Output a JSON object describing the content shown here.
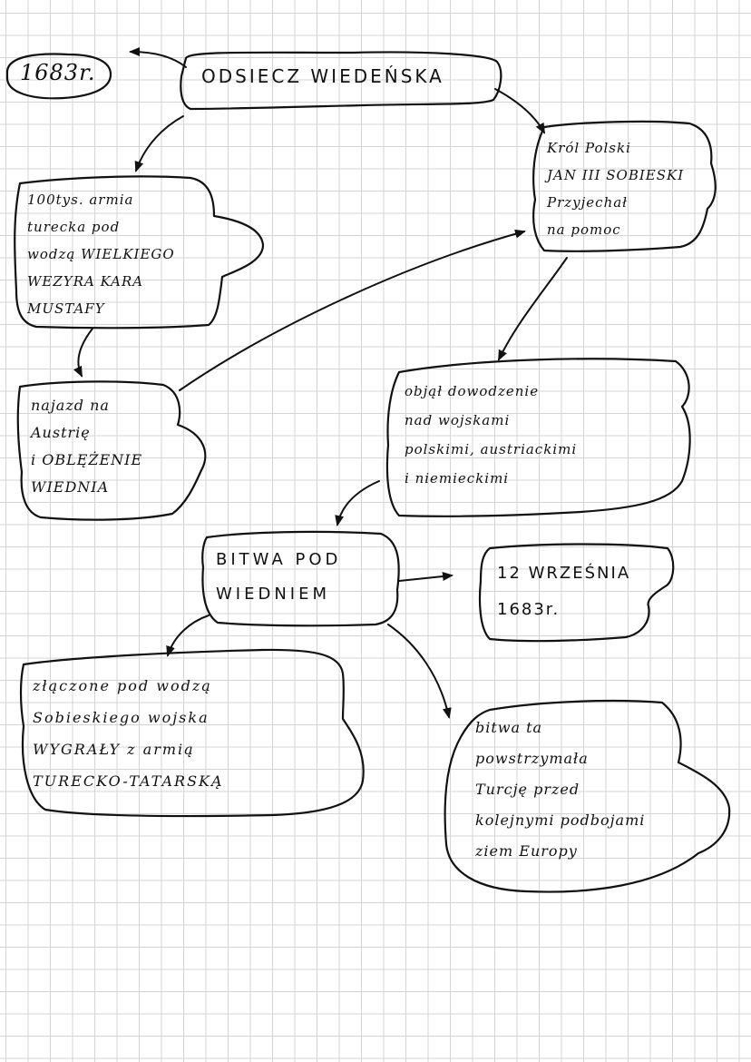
{
  "nodes": {
    "year_top": "1683r.",
    "title": "ODSIECZ WIEDEŃSKA",
    "army": "100tys. armia\nturecka pod\nwodzą WIELKIEGO\nWEZYRA KARA\nMUSTAFY",
    "king": "Król Polski\nJAN III SOBIESKI\nPrzyjechał\nna pomoc",
    "invasion": "najazd na\nAustrię\ni OBLĘŻENIE\nWIEDNIA",
    "command": "objął dowodzenie\nnad wojskami\npolskimi, austriackimi\ni niemieckimi",
    "battle": "BITWA POD\nWIEDNIEM",
    "date": "12 WRZEŚNIA\n1683r.",
    "victory": "złączone pod wodzą\nSobieskiego wojska\nWYGRAŁY z armią\nTURECKO-TATARSKĄ",
    "stopped": "bitwa ta\npowstrzymała\nTurcję przed\nkolejnymi podbojami\nziem Europy"
  },
  "colors": {
    "ink": "#111111",
    "grid": "#d4d4d4",
    "paper": "#ffffff"
  }
}
